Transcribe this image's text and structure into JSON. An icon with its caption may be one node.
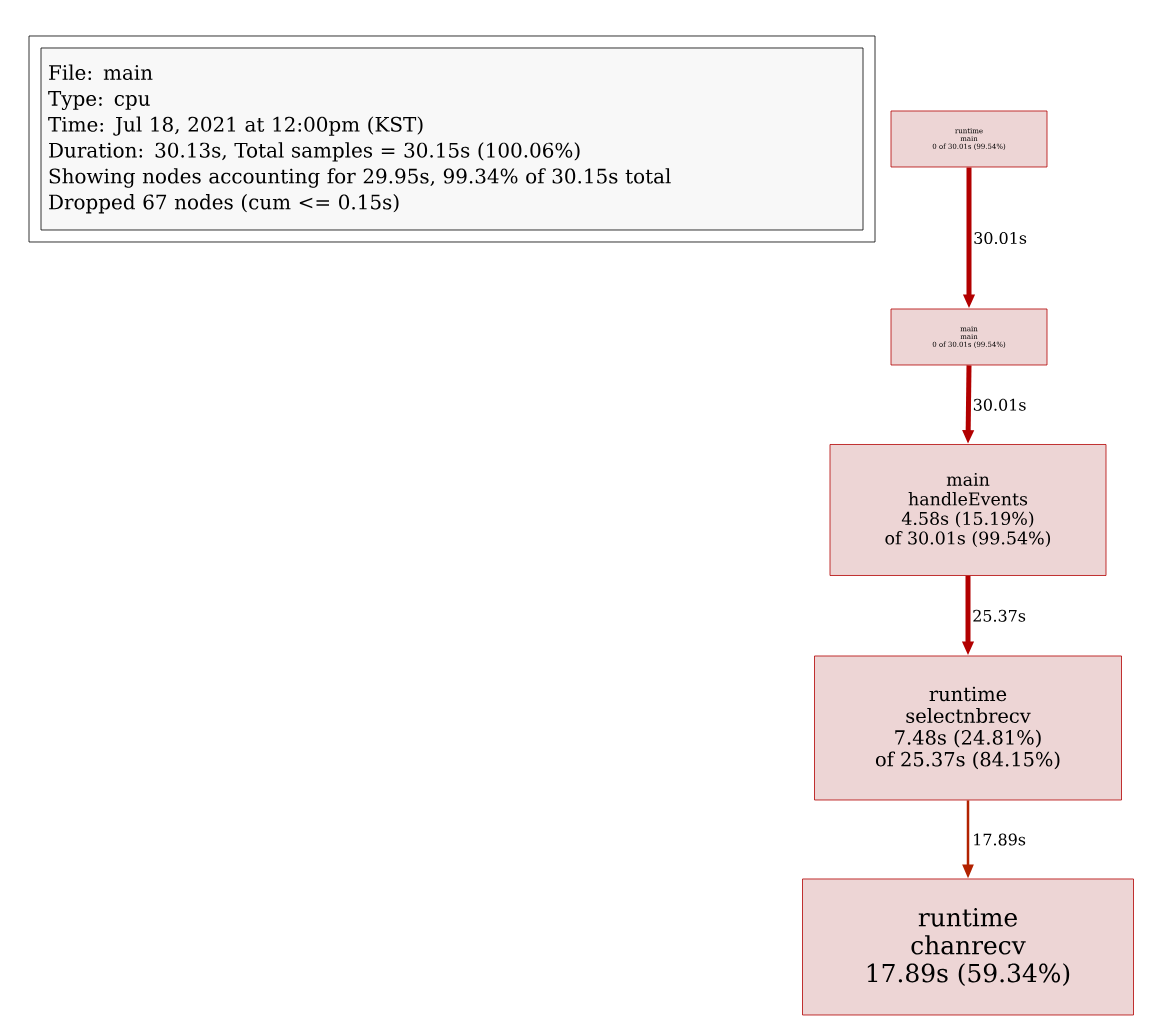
{
  "diagram": {
    "nodes": [
      {
        "text": [
          "File: main",
          "Type: cpu",
          "Time: Jul 18, 2021 at 12:00pm (KST)",
          "Duration: 30.13s, Total samples = 30.15s (100.06%)",
          "Showing nodes accounting for 29.95s, 99.34% of 30.15s total",
          "Dropped 67 nodes (cum <= 0.15s)"
        ]
      },
      {
        "text": [
          "runtime",
          "main",
          "0 of 30.01s (99.54%)"
        ]
      },
      {
        "text": [
          "main",
          "main",
          "0 of 30.01s (99.54%)"
        ]
      },
      {
        "text": [
          "main",
          "handleEvents",
          "4.58s (15.19%)",
          "of 30.01s (99.54%)"
        ]
      },
      {
        "text": [
          "runtime",
          "selectnbrecv",
          "7.48s (24.81%)",
          "of 25.37s (84.15%)"
        ]
      },
      {
        "text": [
          "runtime",
          "chanrecv",
          "17.89s (59.34%)"
        ]
      }
    ],
    "edges": [
      {
        "from": 1,
        "to": 2,
        "arrow": "to",
        "label": "30.01s"
      },
      {
        "from": 2,
        "to": 3,
        "arrow": "to",
        "label": "30.01s"
      },
      {
        "from": 3,
        "to": 4,
        "arrow": "to",
        "label": "25.37s"
      },
      {
        "from": 4,
        "to": 5,
        "arrow": "to",
        "label": "17.89s",
        "color": "#b22200"
      }
    ]
  }
}
